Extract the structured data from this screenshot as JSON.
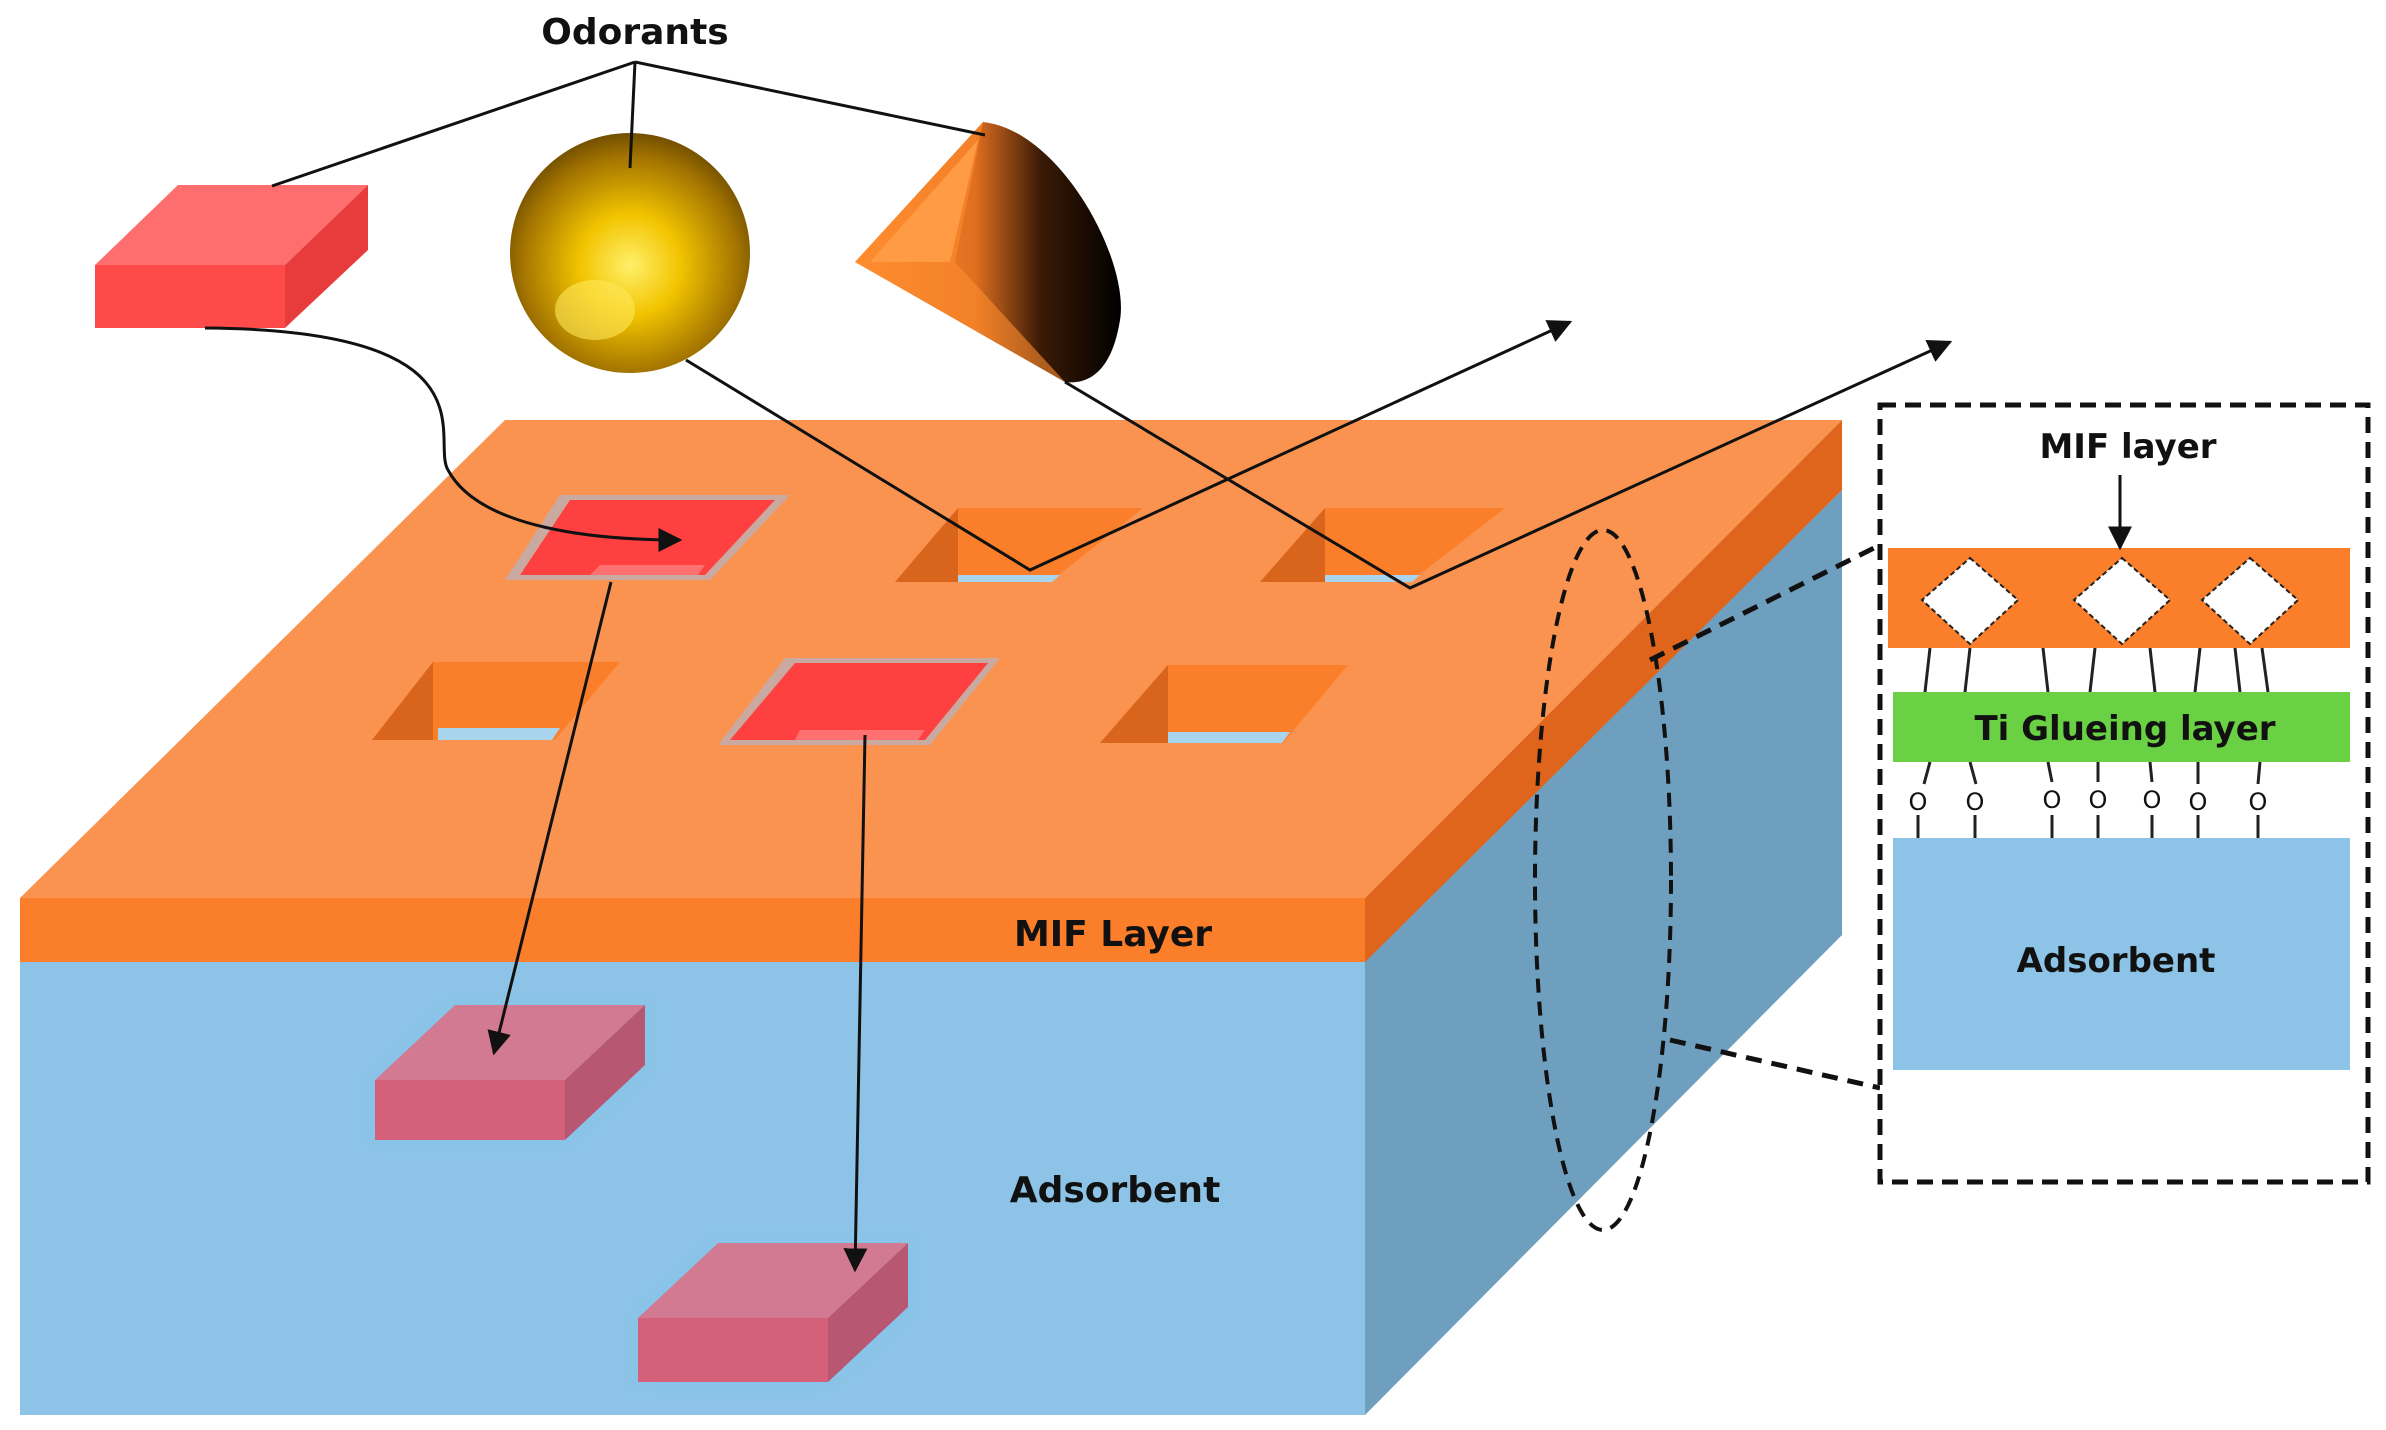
{
  "labels": {
    "odorants": "Odorants",
    "mif_layer": "MIF Layer",
    "adsorbent": "Adsorbent"
  },
  "inset": {
    "mif_layer": "MIF layer",
    "ti_glueing_layer": "Ti Glueing layer",
    "adsorbent": "Adsorbent",
    "o_atom": "O"
  },
  "colors": {
    "mif_top": "#fb9350",
    "mif_front": "#fb7f2a",
    "mif_side": "#e0651c",
    "adsorbent_front": "#8cc3e6",
    "adsorbent_side": "#6f9fbe",
    "glueing_layer": "#6bd144",
    "odorant_block": "#ff5a5a",
    "adsorbed_block": "#d4607a",
    "sphere_gold": "#e6b400",
    "cone_orange": "#ff8c2e"
  },
  "icons": [
    "rectangular-block-odorant-icon",
    "sphere-odorant-icon",
    "cone-odorant-icon"
  ]
}
